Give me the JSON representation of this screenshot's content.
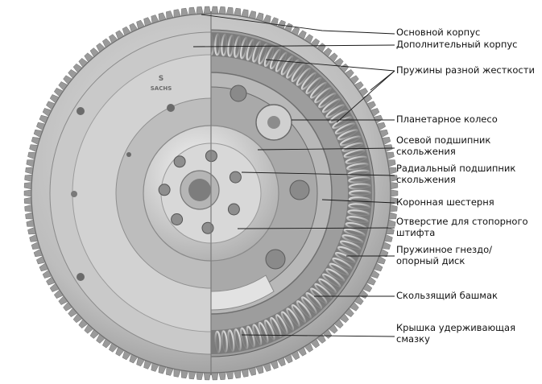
{
  "image": {
    "brand": "SACHS",
    "colors": {
      "background": "#ffffff",
      "metal_light": "#cfcfcf",
      "metal_mid": "#a8a8a8",
      "metal_dark": "#5c5c5c",
      "line": "#1a1a1a"
    }
  },
  "labels": [
    {
      "lines": [
        "Основной корпус"
      ]
    },
    {
      "lines": [
        "Дополнительный корпус"
      ]
    },
    {
      "lines": [
        "Пружины разной жесткости"
      ]
    },
    {
      "lines": [
        "Планетарное колесо"
      ]
    },
    {
      "lines": [
        "Осевой подшипник",
        "скольжения"
      ]
    },
    {
      "lines": [
        "Радиальный подшипник",
        "скольжения"
      ]
    },
    {
      "lines": [
        "Коронная шестерня"
      ]
    },
    {
      "lines": [
        "Отверстие для стопорного",
        "штифта"
      ]
    },
    {
      "lines": [
        "Пружинное гнездо/",
        "опорный диск"
      ]
    },
    {
      "lines": [
        "Скользящий башмак"
      ]
    },
    {
      "lines": [
        "Крышка удерживающая",
        "смазку"
      ]
    }
  ]
}
